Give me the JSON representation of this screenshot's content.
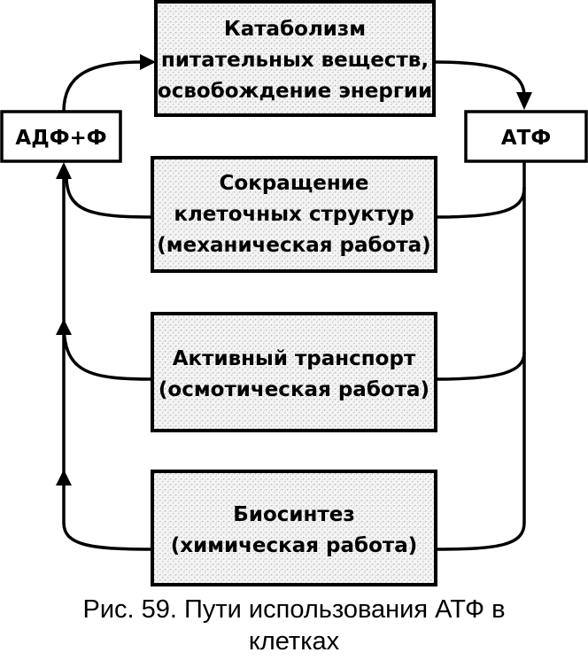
{
  "nodes": {
    "adp": "АДФ+Ф",
    "atp": "АТФ",
    "catabolism": [
      "Катаболизм",
      "питательных веществ,",
      "освобождение энергии"
    ],
    "contraction": [
      "Сокращение",
      "клеточных структур",
      "(механическая работа)"
    ],
    "transport": [
      "Активный транспорт",
      "(осмотическая работа)"
    ],
    "biosynthesis": [
      "Биосинтез",
      "(химическая работа)"
    ]
  },
  "caption": {
    "line1": "Рис. 59. Пути использования АТФ в",
    "line2": "клетках"
  },
  "colors": {
    "ink": "#000000",
    "box_fill": "#f2f2f2",
    "stipple": "#b5b5b5"
  }
}
